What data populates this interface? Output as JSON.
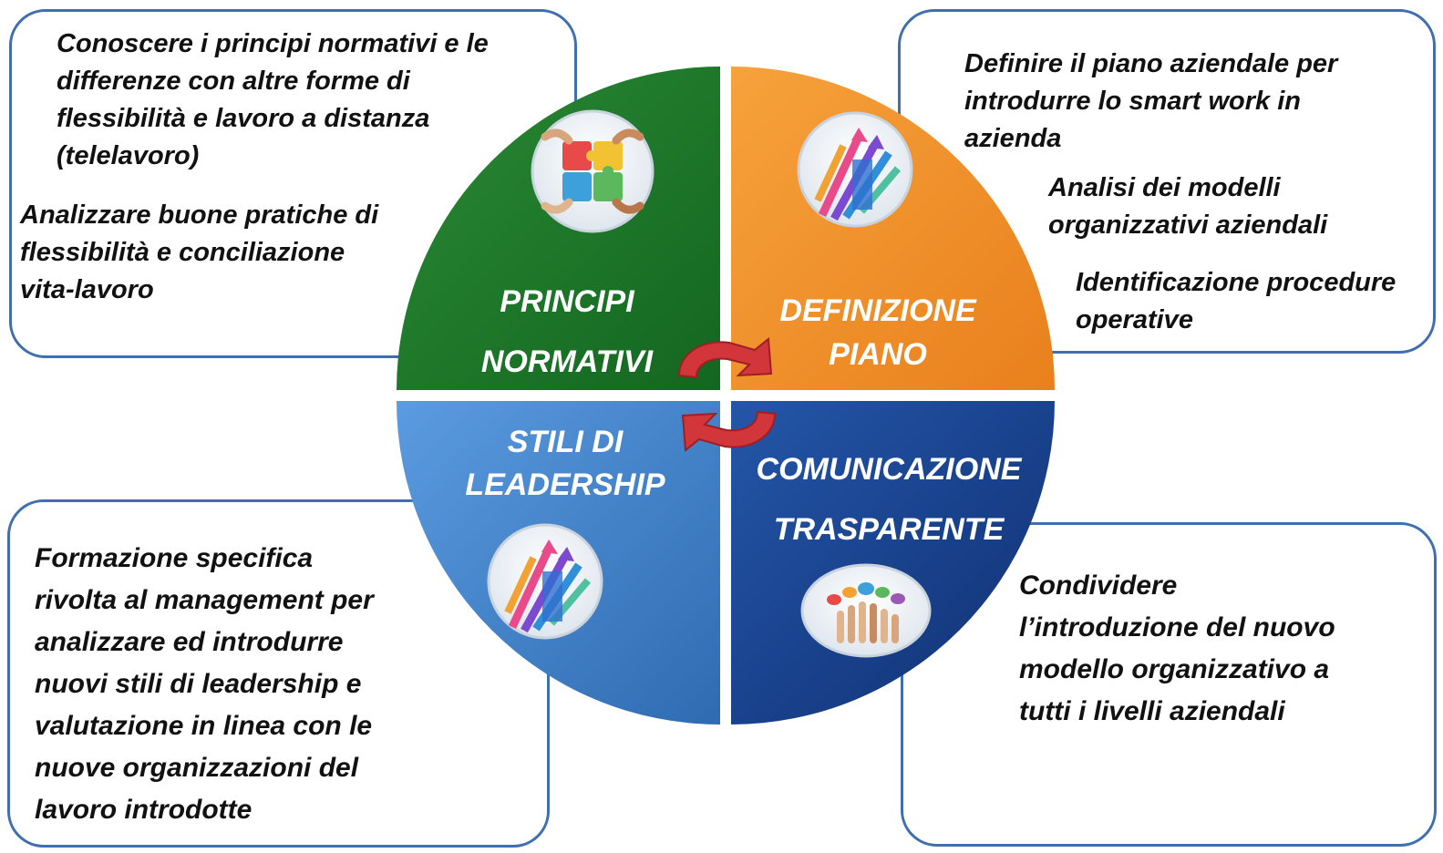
{
  "quadrants": {
    "top_left": {
      "line1": "PRINCIPI",
      "line2": "NORMATIVI",
      "color": "#1f7a2a"
    },
    "top_right": {
      "line1": "DEFINIZIONE",
      "line2": "PIANO",
      "color": "#f08a22"
    },
    "bottom_left": {
      "line1": "STILI DI",
      "line2": "LEADERSHIP",
      "color": "#3f7fc4"
    },
    "bottom_right": {
      "line1": "COMUNICAZIONE",
      "line2": "TRASPARENTE",
      "color": "#1a3f8c"
    }
  },
  "boxes": {
    "top_left": {
      "p1": "Conoscere i principi normativi e le\ndifferenze con altre forme di\nflessibilità e lavoro a distanza\n(telelavoro)",
      "p2": "Analizzare buone  pratiche di\nflessibilità e conciliazione\nvita-lavoro"
    },
    "top_right": {
      "p1": "Definire il piano aziendale per\nintrodurre lo smart work in\nazienda",
      "p2": "Analisi dei modelli\norganizzativi aziendali",
      "p3": "Identificazione procedure\noperative"
    },
    "bottom_left": {
      "p1": "Formazione specifica\nrivolta al management per\nanalizzare ed introdurre\nnuovi stili di leadership e\nvalutazione in linea con le\nnuove organizzazioni del\nlavoro introdotte"
    },
    "bottom_right": {
      "p1": "Condividere\nl’introduzione del nuovo\nmodello organizzativo a\ntutti i livelli aziendali"
    }
  },
  "icons": {
    "top_left": "puzzle-hands-icon",
    "top_right": "arrows-growth-icon",
    "bottom_left": "arrows-growth-icon",
    "bottom_right": "speech-bubbles-fingers-icon"
  },
  "colors": {
    "box_border": "#3f6fae",
    "cycle_arrow": "#d2353a"
  }
}
